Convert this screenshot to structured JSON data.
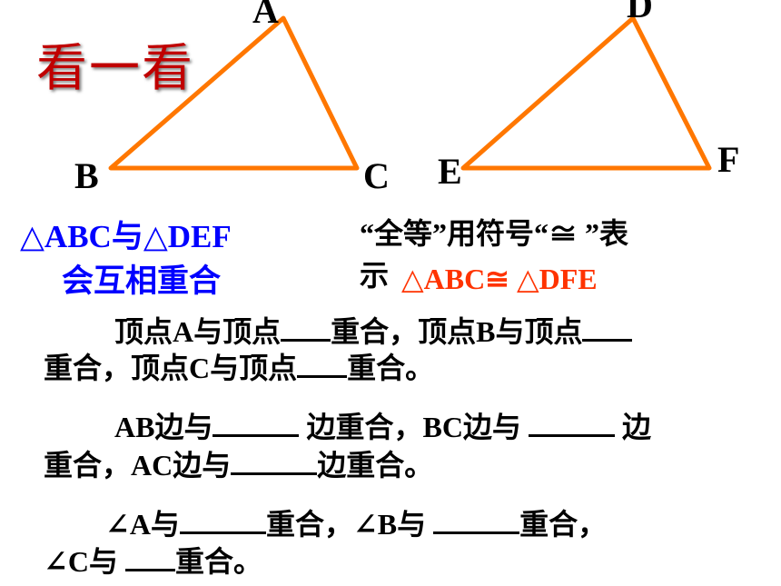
{
  "title": "看一看",
  "triangle1": {
    "a": "A",
    "b": "B",
    "c": "C"
  },
  "triangle2": {
    "d": "D",
    "e": "E",
    "f": "F"
  },
  "overlap_text": {
    "line1": "△ABC与△DEF",
    "line2": "会互相重合"
  },
  "congruent_text": {
    "line1": "“全等”用符号“≅ ”表",
    "line2": "示",
    "expr": "△ABC≅ △DFE"
  },
  "q1": {
    "p1": "顶点A与顶点",
    "p2": "重合，顶点B与顶点",
    "p3": "重合，顶点C与顶点",
    "p4": "重合。"
  },
  "q2": {
    "p1": "AB边与",
    "p2": "边重合，BC边与",
    "p3": "边",
    "p4": "重合，AC边与",
    "p5": "边重合。"
  },
  "q3": {
    "p1": "∠A与",
    "p2": "重合，∠B与",
    "p3": "重合，",
    "p4": "∠C与",
    "p5": "重合。"
  },
  "colors": {
    "triangle": "#ff7700",
    "title": "#c00000",
    "blue": "#0000ff",
    "red": "#ff3300"
  }
}
